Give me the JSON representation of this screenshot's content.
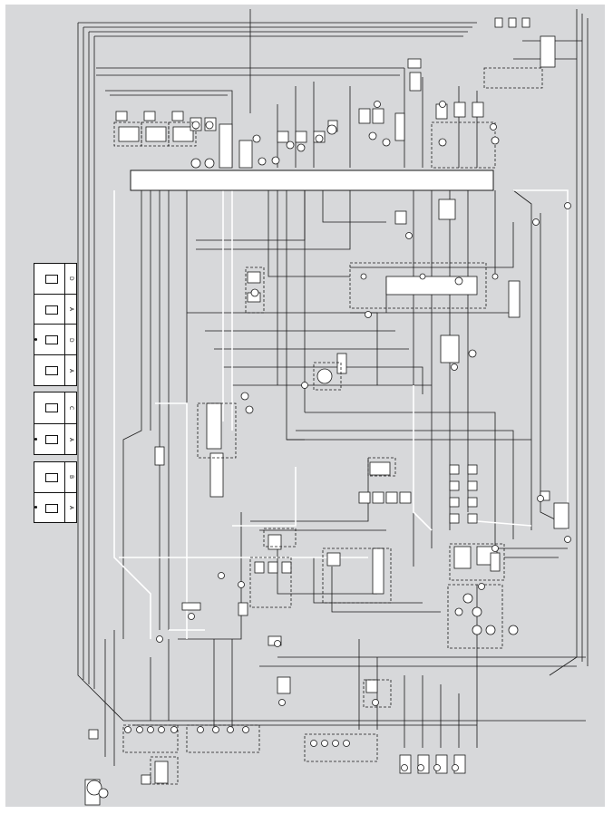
{
  "diagram": {
    "kind": "wiring-diagram",
    "background_color": "#d7d8da",
    "wire_color": "#1a1a1a",
    "wire_highlight_color": "#ffffff",
    "main_harness_bar": {
      "label": ""
    },
    "legend_groups": [
      {
        "rows": [
          {
            "tag": "D"
          },
          {
            "tag": "A"
          },
          {
            "tag": "D"
          },
          {
            "tag": "A"
          }
        ]
      },
      {
        "rows": [
          {
            "tag": "C"
          },
          {
            "tag": "A"
          }
        ]
      },
      {
        "rows": [
          {
            "tag": "B"
          },
          {
            "tag": "A"
          }
        ]
      }
    ]
  }
}
